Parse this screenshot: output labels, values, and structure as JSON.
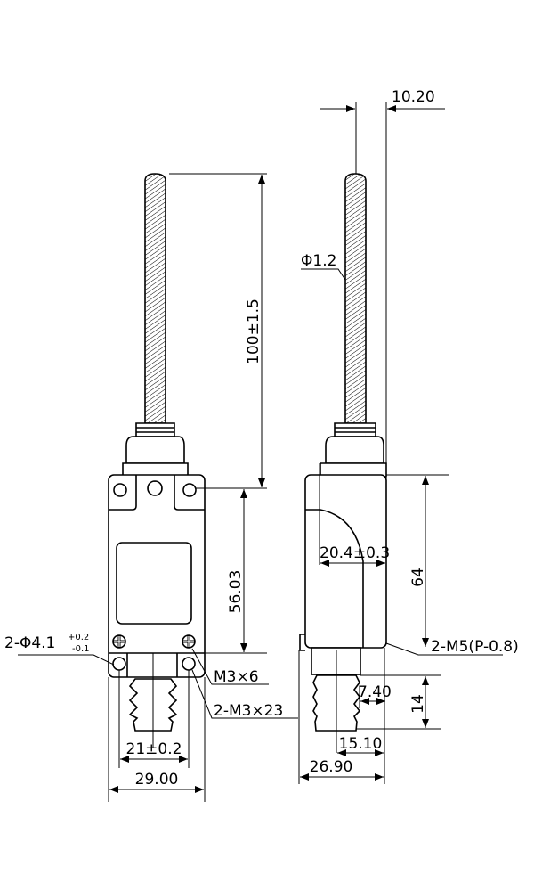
{
  "front_view": {
    "dim_rod_length": "100±1.5",
    "dim_mount_height": "56.03",
    "hole_label": "2-Φ4.1",
    "hole_tol_upper": "+0.2",
    "hole_tol_lower": "-0.1",
    "screw_label": "M3×6",
    "mount_screw_label": "2-M3×23",
    "dim_hole_pitch": "21±0.2",
    "dim_width": "29.00"
  },
  "side_view": {
    "dim_rod_offset": "10.20",
    "rod_diameter": "Φ1.2",
    "dim_depth_center": "20.4±0.3",
    "dim_body_height": "64",
    "thread_label": "2-M5(P-0.8)",
    "dim_7_40": "7.40",
    "dim_bellows_height": "14",
    "dim_15_10": "15.10",
    "dim_depth": "26.90"
  }
}
